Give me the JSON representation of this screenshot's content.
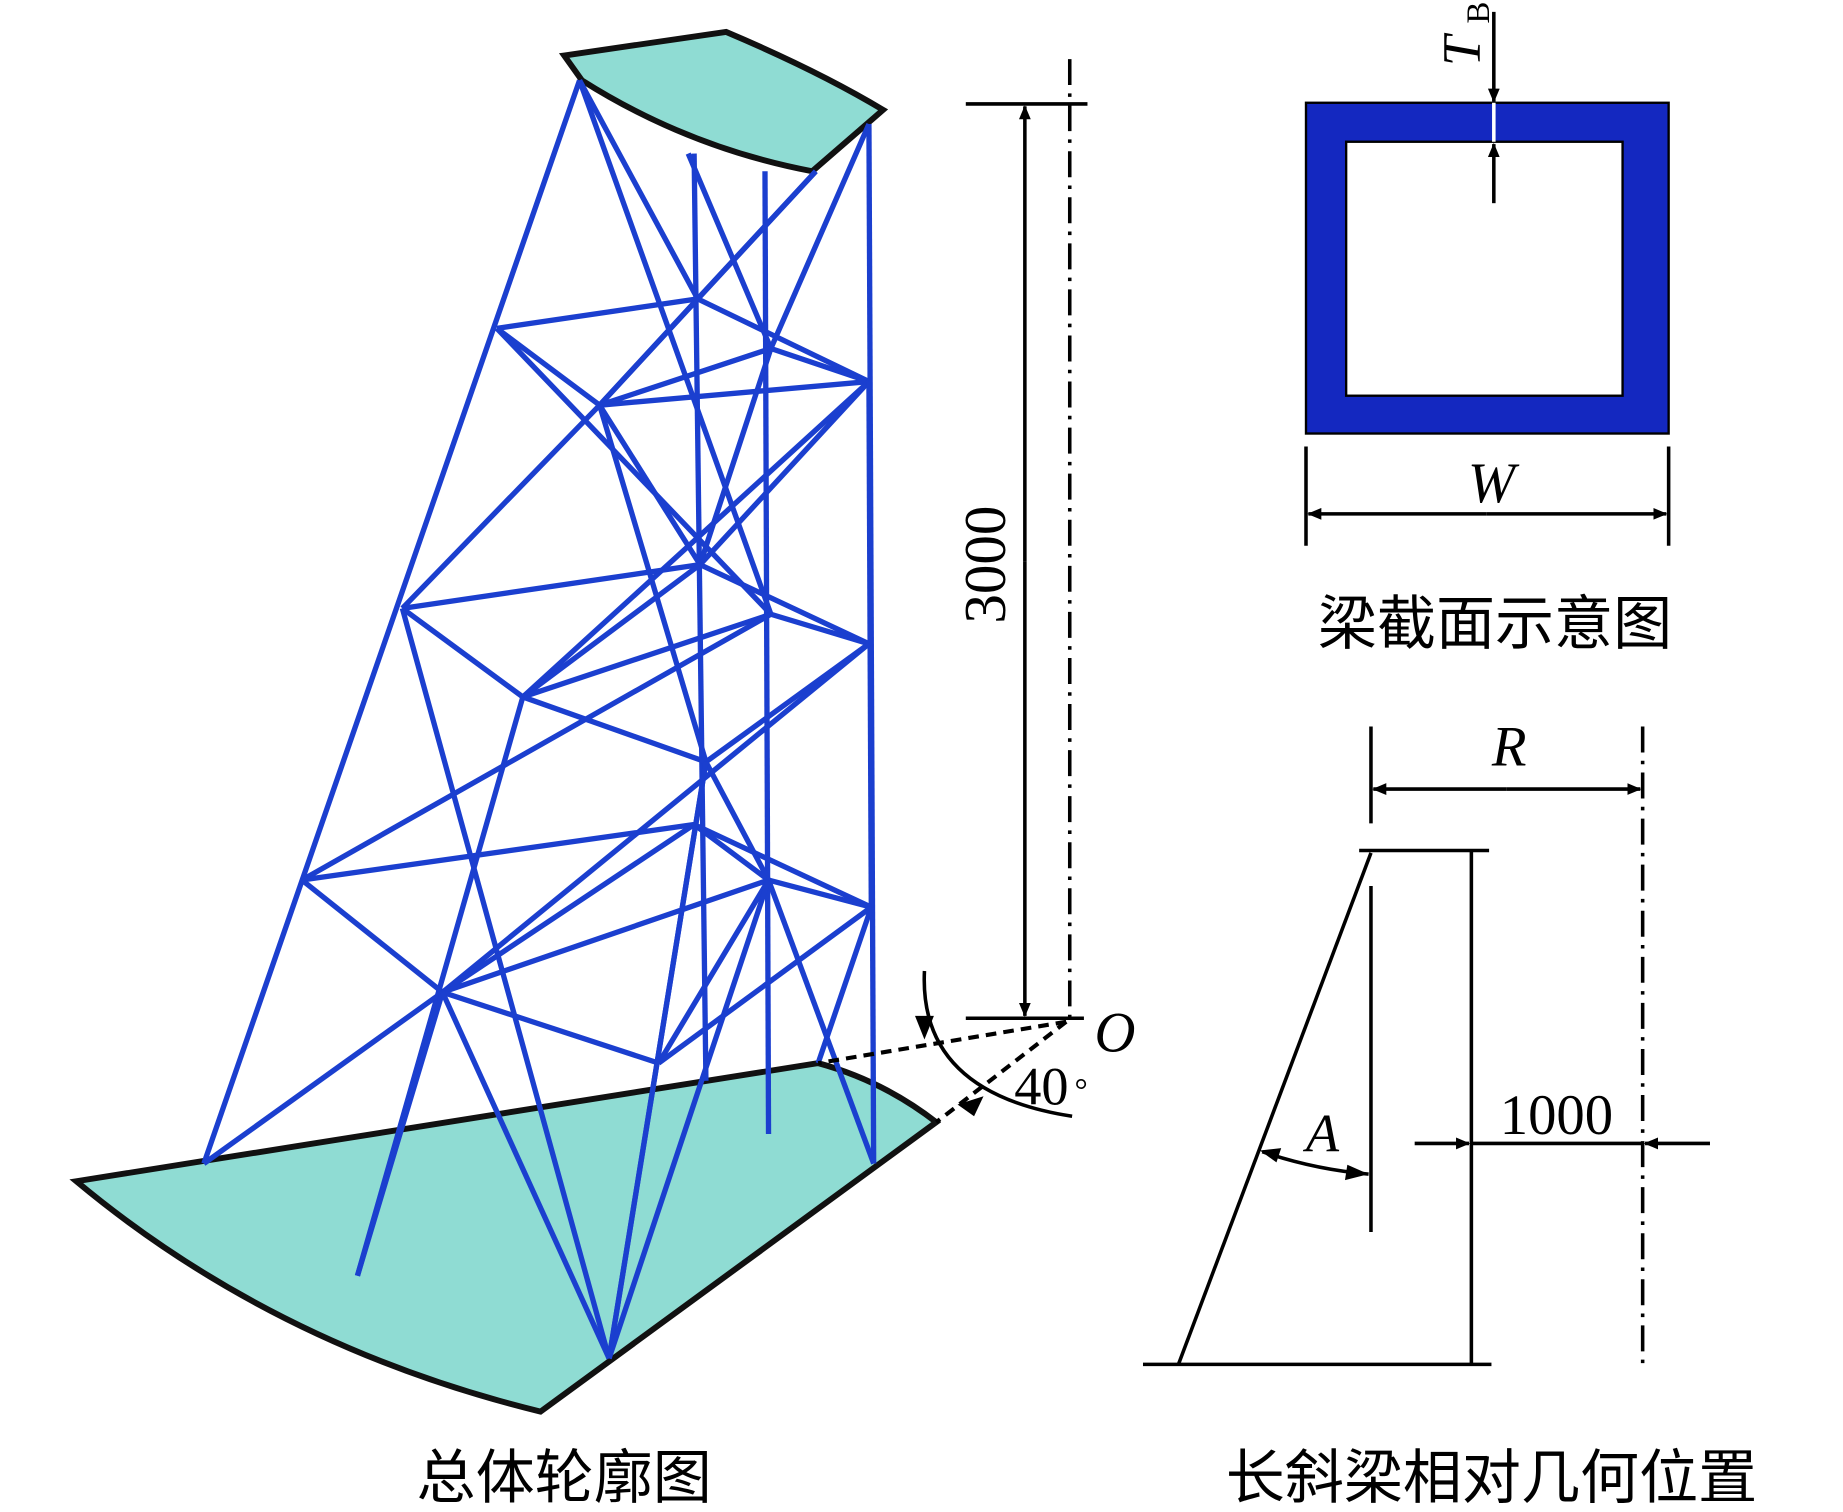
{
  "colors": {
    "beam_blue": "#1b3fcf",
    "plate_teal": "#8fdcd3",
    "section_blue": "#1428c0",
    "line": "#000000"
  },
  "overall": {
    "caption": "总体轮廓图",
    "height_dim": "3000",
    "angle_value": "40",
    "angle_unit": "°",
    "origin_label": "O"
  },
  "section": {
    "caption": "梁截面示意图",
    "thickness_label": "T",
    "thickness_sub": "B",
    "width_label": "W"
  },
  "geometry": {
    "caption": "长斜梁相对几何位置",
    "radius_label": "R",
    "angle_label": "A",
    "offset_dim": "1000"
  }
}
